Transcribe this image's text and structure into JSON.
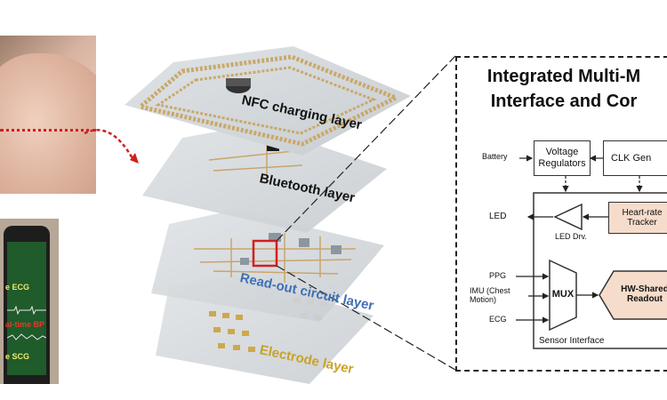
{
  "layers": {
    "nfc": "NFC charging layer",
    "bluetooth": "Bluetooth layer",
    "readout": "Read-out circuit layer",
    "electrode": "Electrode layer"
  },
  "phone": {
    "ecg": "e ECG",
    "bp": "al-time BP",
    "scg": "e SCG"
  },
  "diagram": {
    "title_line1": "Integrated Multi-M",
    "title_line2": "Interface and Cor",
    "battery": "Battery",
    "voltage_regulators": "Voltage Regulators",
    "clk_gen": "CLK Gen",
    "led": "LED",
    "led_drv": "LED Drv.",
    "heart_rate_tracker": "Heart-rate Tracker",
    "ppg": "PPG",
    "imu": "IMU (Chest Motion)",
    "ecg": "ECG",
    "mux": "MUX",
    "hw_shared_readout": "HW-Shared Readout",
    "sensor_interface": "Sensor Interface"
  },
  "colors": {
    "nfc_text": "#111111",
    "bluetooth_text": "#111111",
    "readout_text": "#3f6fb5",
    "electrode_text": "#c9a227",
    "arrow": "#d21f1f",
    "peach": "#f6dccb"
  }
}
